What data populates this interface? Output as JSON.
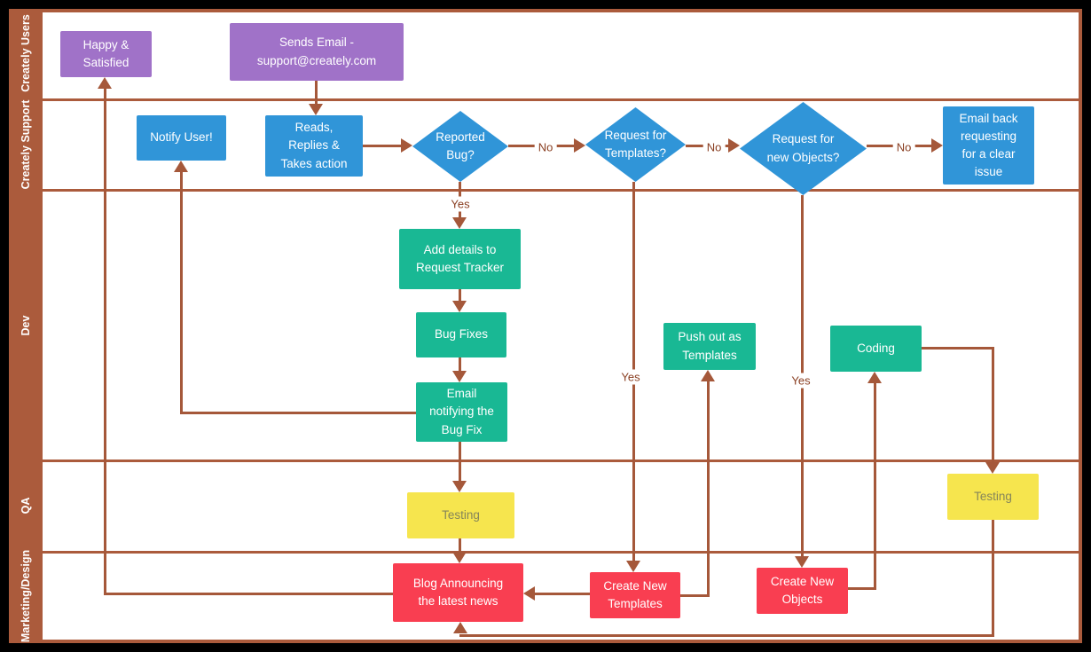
{
  "diagram": {
    "lanes": [
      {
        "label": "Creately Users"
      },
      {
        "label": "Creately Support"
      },
      {
        "label": "Dev"
      },
      {
        "label": "QA"
      },
      {
        "label": "Marketing/Design"
      }
    ],
    "nodes": {
      "happy": {
        "label": "Happy & Satisfied",
        "type": "process",
        "color": "#a072c8"
      },
      "sends_email": {
        "label": "Sends Email - support@creately.com",
        "type": "process",
        "color": "#a072c8"
      },
      "notify_user": {
        "label": "Notify User!",
        "type": "process",
        "color": "#3095d8"
      },
      "reads_replies": {
        "label": "Reads, Replies & Takes action",
        "type": "process",
        "color": "#3095d8"
      },
      "reported_bug": {
        "label": "Reported Bug?",
        "type": "decision",
        "color": "#3095d8"
      },
      "request_templates": {
        "label": "Request for Templates?",
        "type": "decision",
        "color": "#3095d8"
      },
      "request_objects": {
        "label": "Request for new Objects?",
        "type": "decision",
        "color": "#3095d8"
      },
      "email_back": {
        "label": "Email back requesting for a clear issue",
        "type": "process",
        "color": "#3095d8"
      },
      "add_details": {
        "label": "Add details to Request Tracker",
        "type": "process",
        "color": "#19b894"
      },
      "bug_fixes": {
        "label": "Bug Fixes",
        "type": "process",
        "color": "#19b894"
      },
      "email_notifying": {
        "label": "Email notifying the Bug Fix",
        "type": "process",
        "color": "#19b894"
      },
      "push_templates": {
        "label": "Push out as Templates",
        "type": "process",
        "color": "#19b894"
      },
      "coding": {
        "label": "Coding",
        "type": "process",
        "color": "#19b894"
      },
      "testing_left": {
        "label": "Testing",
        "type": "process",
        "color": "#f6e54e"
      },
      "testing_right": {
        "label": "Testing",
        "type": "process",
        "color": "#f6e54e"
      },
      "blog": {
        "label": "Blog Announcing the latest news",
        "type": "process",
        "color": "#f93e51"
      },
      "create_templates": {
        "label": "Create New Templates",
        "type": "process",
        "color": "#f93e51"
      },
      "create_objects": {
        "label": "Create New Objects",
        "type": "process",
        "color": "#f93e51"
      }
    },
    "edge_labels": {
      "no1": "No",
      "no2": "No",
      "no3": "No",
      "yes1": "Yes",
      "yes2": "Yes",
      "yes3": "Yes"
    },
    "colors": {
      "frame_brown": "#ab5b3c",
      "connector_brown": "#a5583a",
      "process_purple": "#a072c8",
      "process_blue": "#3095d8",
      "process_green": "#19b894",
      "process_yellow": "#f6e54e",
      "process_red": "#f93e51",
      "lane_label_text": "#ffffff",
      "edge_label_text": "#8a3f22",
      "background": "#000000"
    }
  }
}
